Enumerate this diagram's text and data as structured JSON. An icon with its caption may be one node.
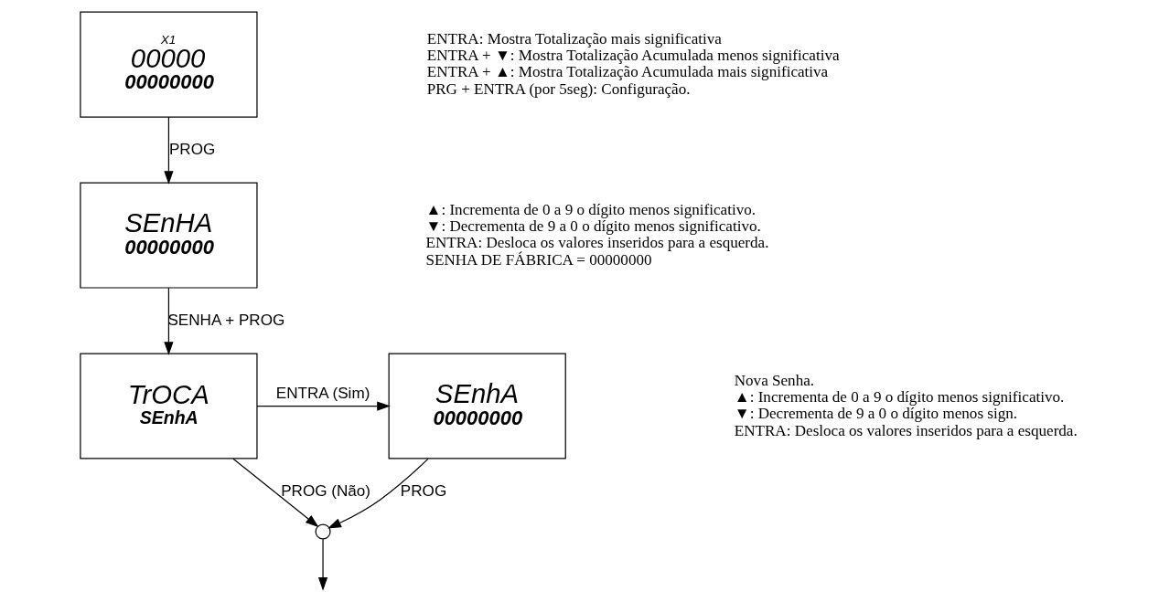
{
  "diagram": {
    "nodes": [
      {
        "text": [
          "X1",
          "00000",
          "00000000"
        ],
        "beside": [
          "ENTRA: Mostra Totalização mais significativa",
          "ENTRA + ▼: Mostra Totalização Acumulada menos significativa",
          "ENTRA + ▲: Mostra Totalização Acumulada mais significativa",
          "PRG + ENTRA (por 5seg): Configuração."
        ]
      },
      {
        "text": [
          "SEnHA",
          "00000000"
        ],
        "beside": [
          "▲: Incrementa de 0 a 9 o dígito menos significativo.",
          "▼: Decrementa de 9 a 0 o dígito menos significativo.",
          "ENTRA: Desloca os valores inseridos para a esquerda.",
          "SENHA DE FÁBRICA = 00000000"
        ]
      },
      {
        "text": [
          "TrOCA",
          "SEnhA"
        ]
      },
      {
        "text": [
          "SEnhA",
          "00000000"
        ],
        "beside": [
          "Nova Senha.",
          "▲: Incrementa de 0 a 9 o dígito menos significativo.",
          "▼: Decrementa de 9 a 0 o dígito menos sign.",
          "ENTRA: Desloca os valores inseridos para a esquerda."
        ]
      },
      {
        "text": [],
        "shape": "circle"
      }
    ],
    "edges": [
      {
        "from": 0,
        "to": 1,
        "arrow": "to",
        "label": "PROG"
      },
      {
        "from": 1,
        "to": 2,
        "arrow": "to",
        "label": "SENHA + PROG"
      },
      {
        "from": 2,
        "to": 3,
        "arrow": "to",
        "label": "ENTRA (Sim)"
      },
      {
        "from": 2,
        "to": 4,
        "arrow": "to",
        "label": "PROG (Não)"
      },
      {
        "from": 3,
        "to": 4,
        "arrow": "to",
        "label": "PROG"
      },
      {
        "from": 4,
        "to": null,
        "arrow": "to"
      }
    ]
  }
}
